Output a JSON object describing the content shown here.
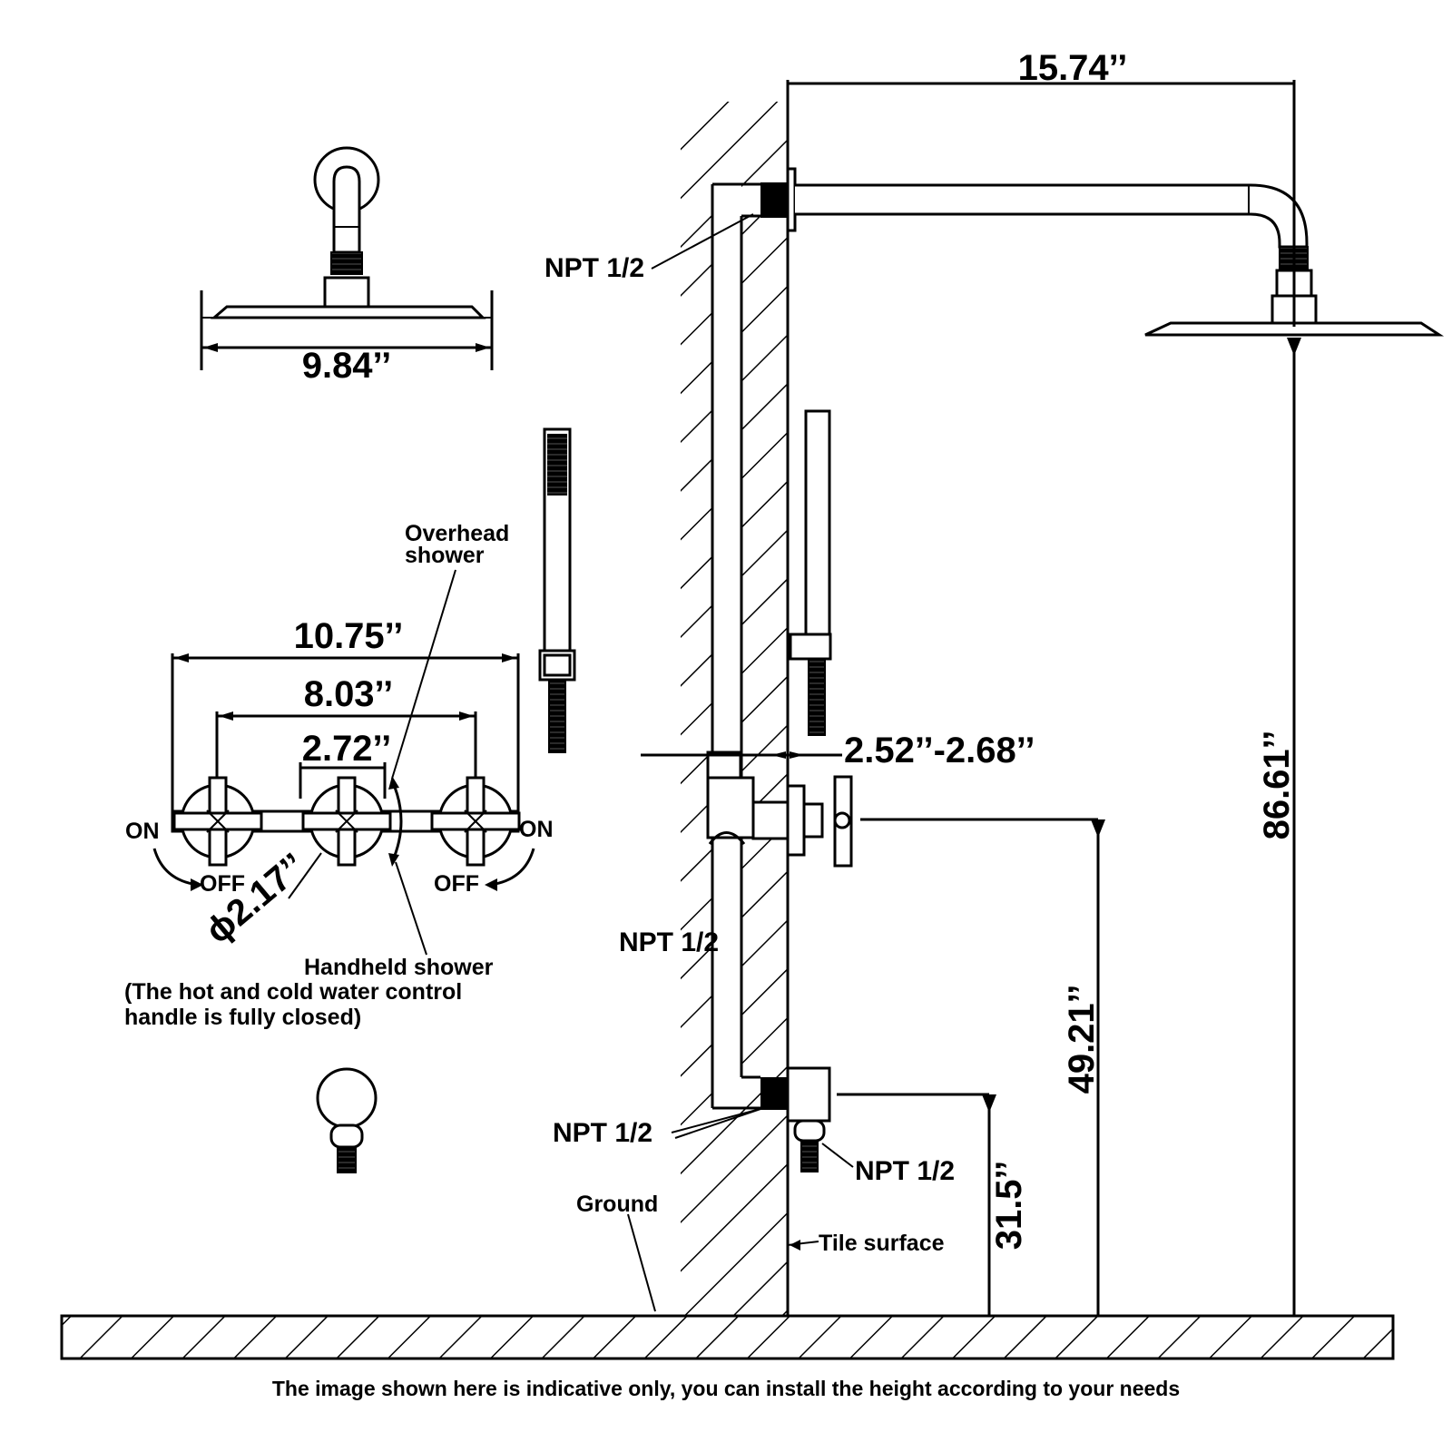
{
  "dimensions": {
    "arm_length": "15.74’’",
    "head_diameter": "9.84’’",
    "total_width": "10.75’’",
    "handle_spacing": "8.03’’",
    "center_width": "2.72’’",
    "wall_depth": "2.52’’-2.68’’",
    "head_height": "86.61’’",
    "valve_height": "49.21’’",
    "outlet_height": "31.5’’",
    "handle_diameter": "ϕ2.17’’"
  },
  "labels": {
    "npt_top": "NPT 1/2",
    "npt_mid": "NPT 1/2",
    "npt_bottom_left": "NPT 1/2",
    "npt_bottom_right": "NPT 1/2",
    "overhead_line1": "Overhead",
    "overhead_line2": "shower",
    "handheld": "Handheld shower",
    "handle_note_line1": "(The hot and cold water control",
    "handle_note_line2": "handle is fully closed)",
    "on_left": "ON",
    "off_left": "OFF",
    "on_right": "ON",
    "off_right": "OFF",
    "ground": "Ground",
    "tile_surface": "Tile surface"
  },
  "footer": "The image shown here is indicative only, you can install the height according to your needs"
}
